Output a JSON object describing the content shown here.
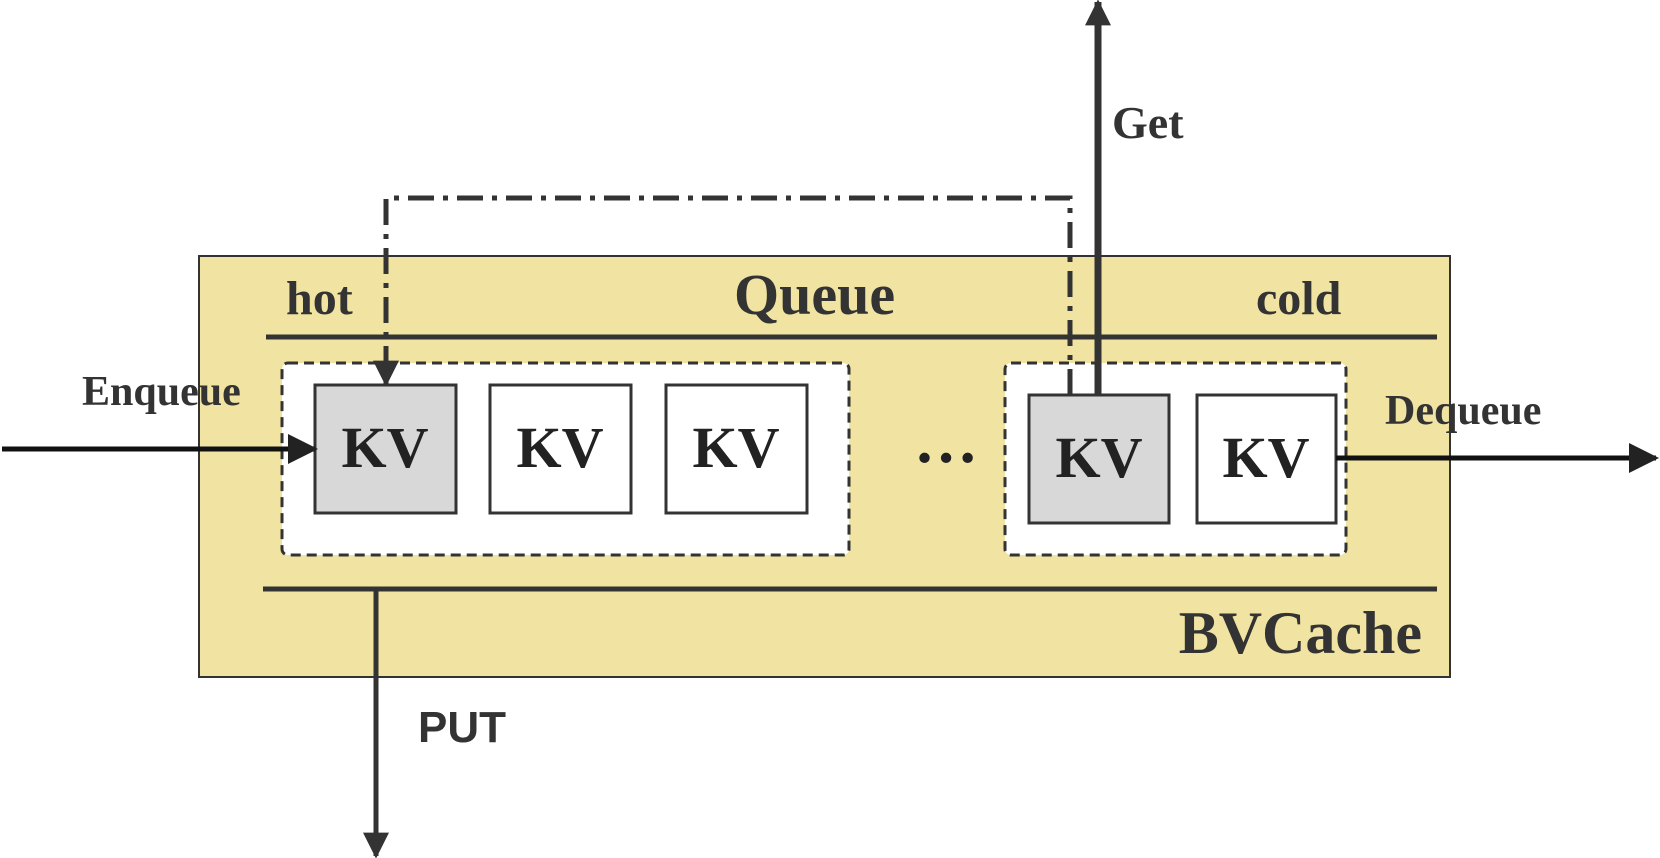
{
  "labels": {
    "hot": "hot",
    "queue": "Queue",
    "cold": "cold",
    "enqueue": "Enqueue",
    "dequeue": "Dequeue",
    "get": "Get",
    "put": "PUT",
    "bvcache": "BVCache",
    "ellipsis": "…"
  },
  "kv_blocks": [
    {
      "label": "KV",
      "highlighted": true
    },
    {
      "label": "KV",
      "highlighted": false
    },
    {
      "label": "KV",
      "highlighted": false
    },
    {
      "label": "KV",
      "highlighted": true
    },
    {
      "label": "KV",
      "highlighted": false
    }
  ],
  "colors": {
    "cache_fill": "#f1e4a2",
    "highlight_fill": "#d8d8d8",
    "line": "#333333"
  }
}
